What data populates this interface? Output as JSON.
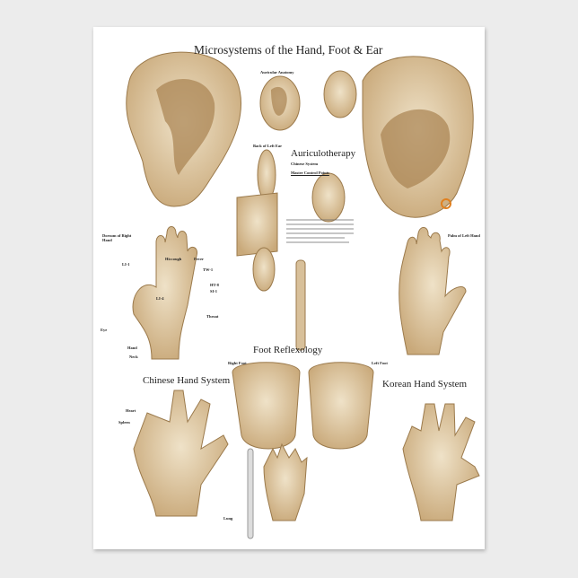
{
  "title": "Microsystems of the Hand, Foot & Ear",
  "sections": {
    "auriculotherapy": "Auriculotherapy",
    "auriculotherapy_sub": "Chinese System",
    "master_points": "Master Control Points",
    "auricular_anatomy": "Auricular Anatomy",
    "back_of_ear": "Back of Left Ear",
    "chinese_hand": "Chinese Hand System",
    "dorsum_right": "Dorsum of Right Hand",
    "palm_left": "Palm of Left Hand",
    "foot_reflexology": "Foot Reflexology",
    "right_foot": "Right Foot",
    "left_foot": "Left Foot",
    "korean_hand": "Korean Hand System"
  },
  "hand_labels": [
    "Hiccough",
    "Fever",
    "LI-1",
    "TW-1",
    "HT-8",
    "SI-1",
    "Throat",
    "LI-4",
    "Hand",
    "Neck",
    "Eye",
    "Spleen",
    "Heart",
    "Lung"
  ],
  "colors": {
    "skin": "#d8c09a",
    "skin_dark": "#a88150",
    "background": "#ececec",
    "poster": "#ffffff"
  }
}
